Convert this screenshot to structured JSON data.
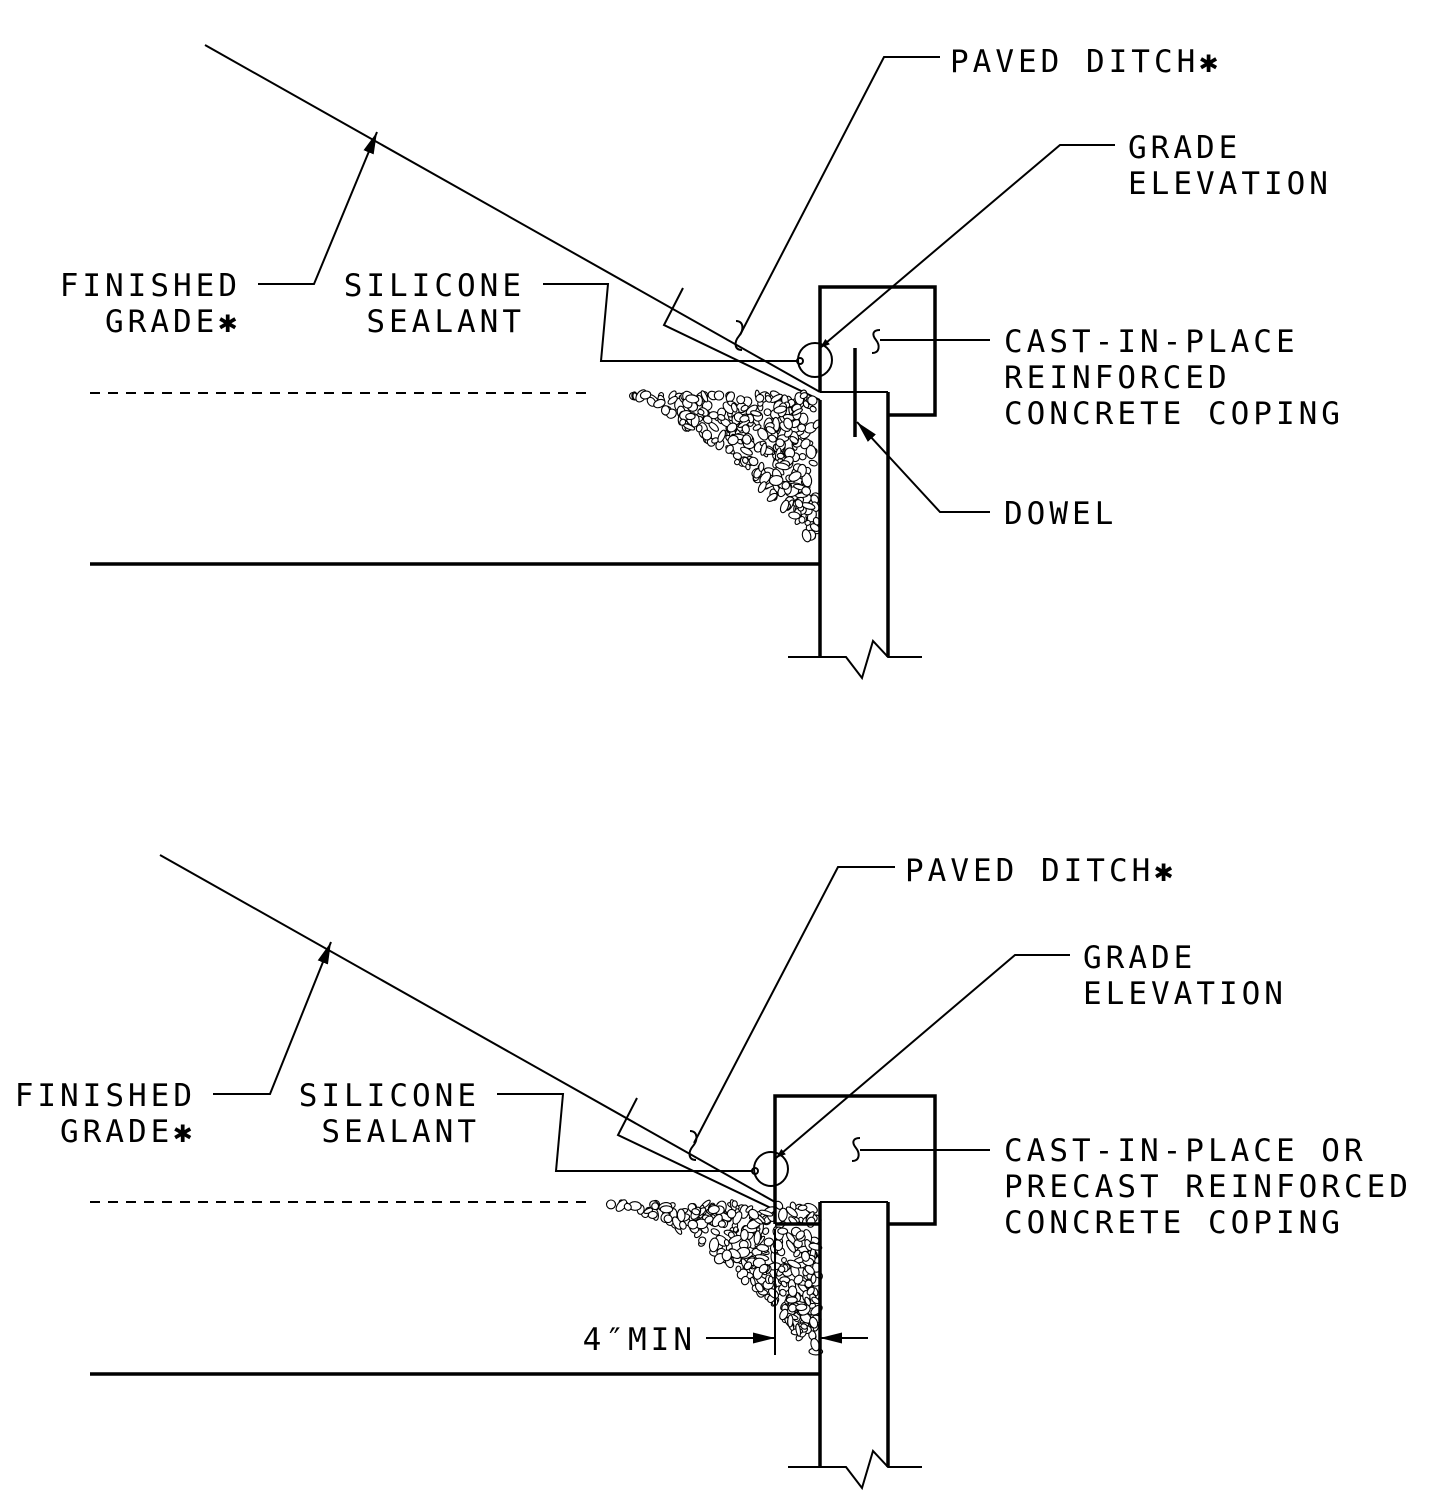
{
  "details": [
    {
      "labels": {
        "paved_ditch": "PAVED DITCH✱",
        "grade_elevation_1": "GRADE",
        "grade_elevation_2": "ELEVATION",
        "finished_grade_1": "FINISHED",
        "finished_grade_2": "GRADE✱",
        "silicone_1": "SILICONE",
        "silicone_2": "SEALANT",
        "coping_1": "CAST-IN-PLACE",
        "coping_2": "REINFORCED",
        "coping_3": "CONCRETE COPING",
        "dowel": "DOWEL"
      }
    },
    {
      "labels": {
        "paved_ditch": "PAVED DITCH✱",
        "grade_elevation_1": "GRADE",
        "grade_elevation_2": "ELEVATION",
        "finished_grade_1": "FINISHED",
        "finished_grade_2": "GRADE✱",
        "silicone_1": "SILICONE",
        "silicone_2": "SEALANT",
        "coping_1": "CAST-IN-PLACE OR",
        "coping_2": "PRECAST REINFORCED",
        "coping_3": "CONCRETE COPING",
        "dimension": "4″MIN"
      }
    }
  ],
  "colors": {
    "ink": "#000000",
    "paper": "#ffffff"
  }
}
